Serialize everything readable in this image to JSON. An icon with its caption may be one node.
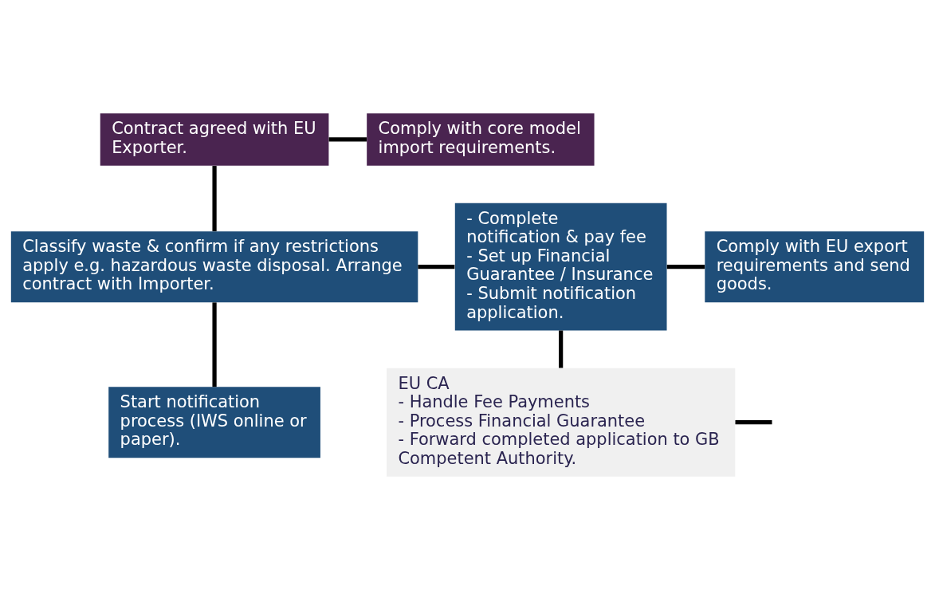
{
  "diagram": {
    "nodes": [
      {
        "text": [
          "Contract agreed with EU Exporter."
        ]
      },
      {
        "text": [
          "Comply with core model import requirements."
        ]
      },
      {
        "text": [
          "Classify waste & confirm if any restrictions apply e.g. hazardous waste disposal. Arrange contract with Importer."
        ]
      },
      {
        "text": [
          "- Complete notification & pay fee",
          "- Set up Financial Guarantee / Insurance",
          "- Submit notification application."
        ]
      },
      {
        "text": [
          "Comply with EU export requirements and send goods."
        ]
      },
      {
        "text": [
          "Start notification process (IWS online or paper)."
        ]
      },
      {
        "text": [
          "EU CA",
          "- Handle Fee Payments",
          "- Process Financial Guarantee",
          "- Forward completed application to GB Competent Authority."
        ]
      }
    ],
    "edges": [
      {
        "from": 0,
        "to": 1,
        "arrow": "none"
      },
      {
        "from": 0,
        "to": 2,
        "arrow": "none"
      },
      {
        "from": 2,
        "to": 3,
        "arrow": "none"
      },
      {
        "from": 3,
        "to": 4,
        "arrow": "none"
      },
      {
        "from": 2,
        "to": 5,
        "arrow": "none"
      },
      {
        "from": 3,
        "to": 6,
        "arrow": "none"
      },
      {
        "from": 6,
        "to": null,
        "arrow": "none"
      }
    ]
  }
}
